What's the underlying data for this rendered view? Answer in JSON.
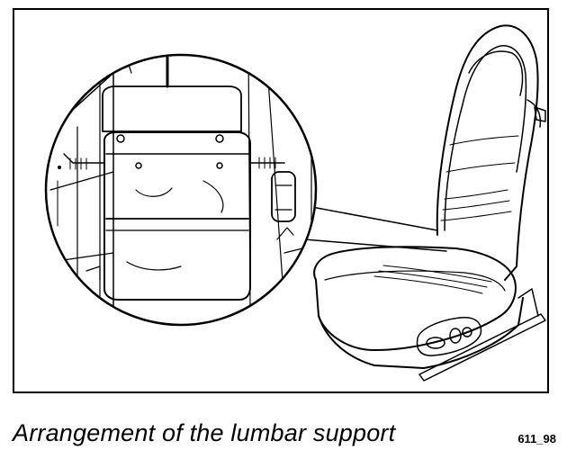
{
  "figure": {
    "caption": "Arrangement of the lumbar support",
    "figure_number": "611_98"
  },
  "illustration": {
    "subject": "seat-with-lumbar-support-detail",
    "parts": [
      "seat-backrest",
      "seat-cushion",
      "seat-adjust-switches",
      "lumbar-support-pad",
      "detail-magnifier-circle",
      "pump-unit"
    ]
  }
}
